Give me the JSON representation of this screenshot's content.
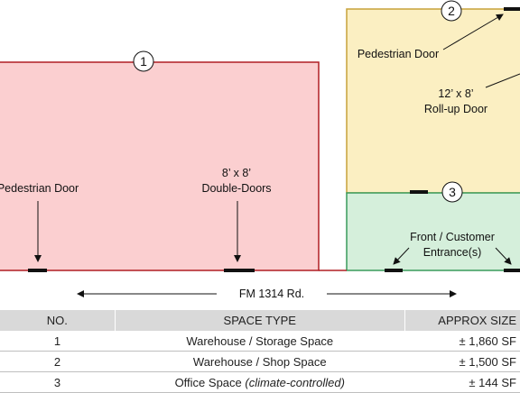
{
  "diagram": {
    "spaces": [
      {
        "number": "1",
        "color": "#fbcfd0",
        "stroke": "#b01e23"
      },
      {
        "number": "2",
        "color": "#fbefc2",
        "stroke": "#c7a23a"
      },
      {
        "number": "3",
        "color": "#d5efdb",
        "stroke": "#3a9b5c"
      }
    ],
    "labels": {
      "ped_door_1": "Pedestrian Door",
      "double_doors_1": "8’ x 8’",
      "double_doors_2": "Double-Doors",
      "ped_door_2": "Pedestrian Door",
      "rollup_1": "12’ x 8’",
      "rollup_2": "Roll-up Door",
      "front_entrance_1": "Front / Customer",
      "front_entrance_2": "Entrance(s)",
      "road": "FM 1314 Rd."
    }
  },
  "table": {
    "headers": {
      "no": "NO.",
      "type": "SPACE TYPE",
      "size": "APPROX SIZE"
    },
    "rows": [
      {
        "no": "1",
        "type": "Warehouse / Storage Space",
        "note": "",
        "size": "± 1,860 SF"
      },
      {
        "no": "2",
        "type": "Warehouse / Shop Space",
        "note": "",
        "size": "± 1,500 SF"
      },
      {
        "no": "3",
        "type": "Office Space ",
        "note": "(climate-controlled)",
        "size": "± 144 SF"
      }
    ]
  }
}
